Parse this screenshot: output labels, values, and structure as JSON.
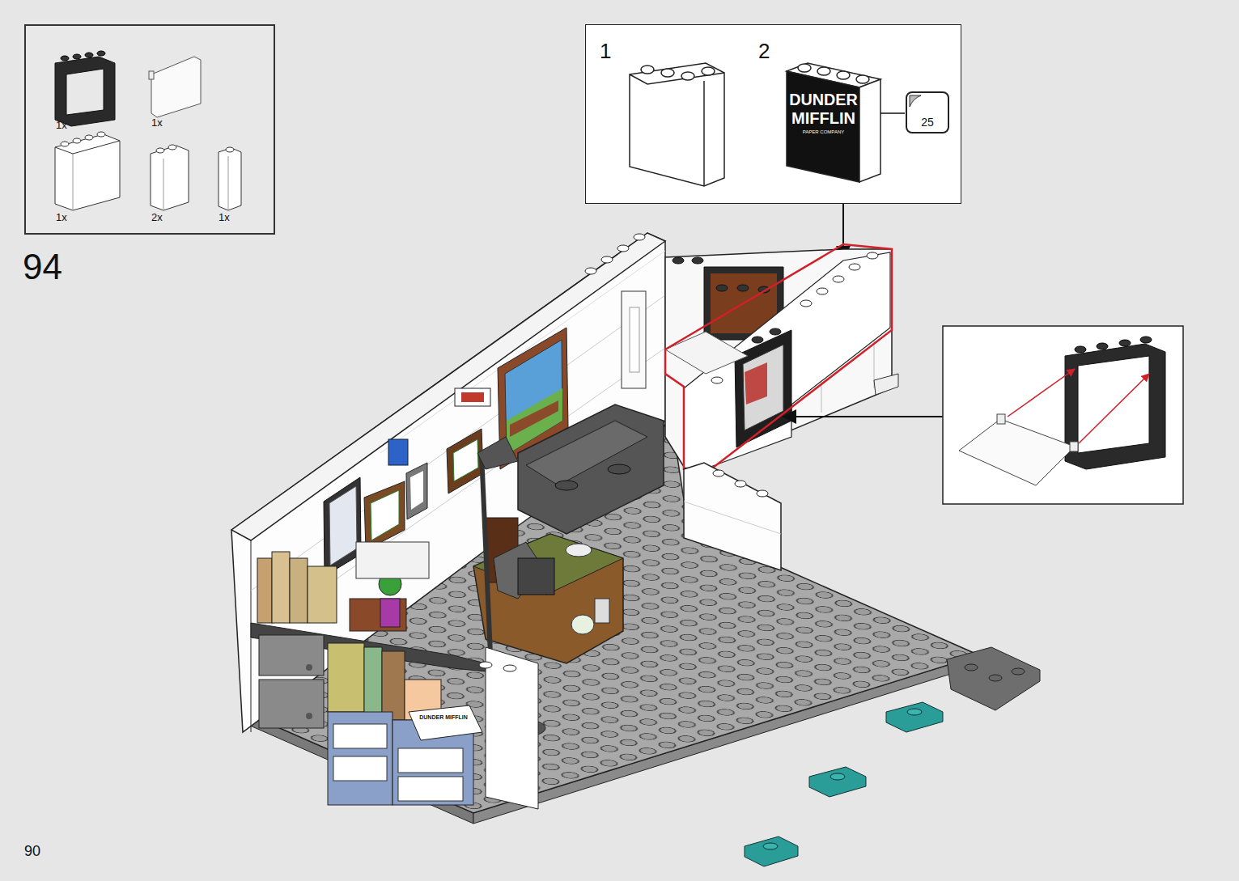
{
  "diagram": {
    "nodes": [
      {
        "text": [
          "1x",
          "1x",
          "1x",
          "2x",
          "1x"
        ]
      },
      {
        "text": [
          "1",
          "2"
        ]
      },
      {
        "text": [
          "25"
        ],
        "in": 1
      }
    ],
    "labels": [
      "94",
      "DUNDER",
      "MIFFLIN",
      "PAPER COMPANY",
      "DUNDER MIFFLIN",
      "90"
    ]
  }
}
